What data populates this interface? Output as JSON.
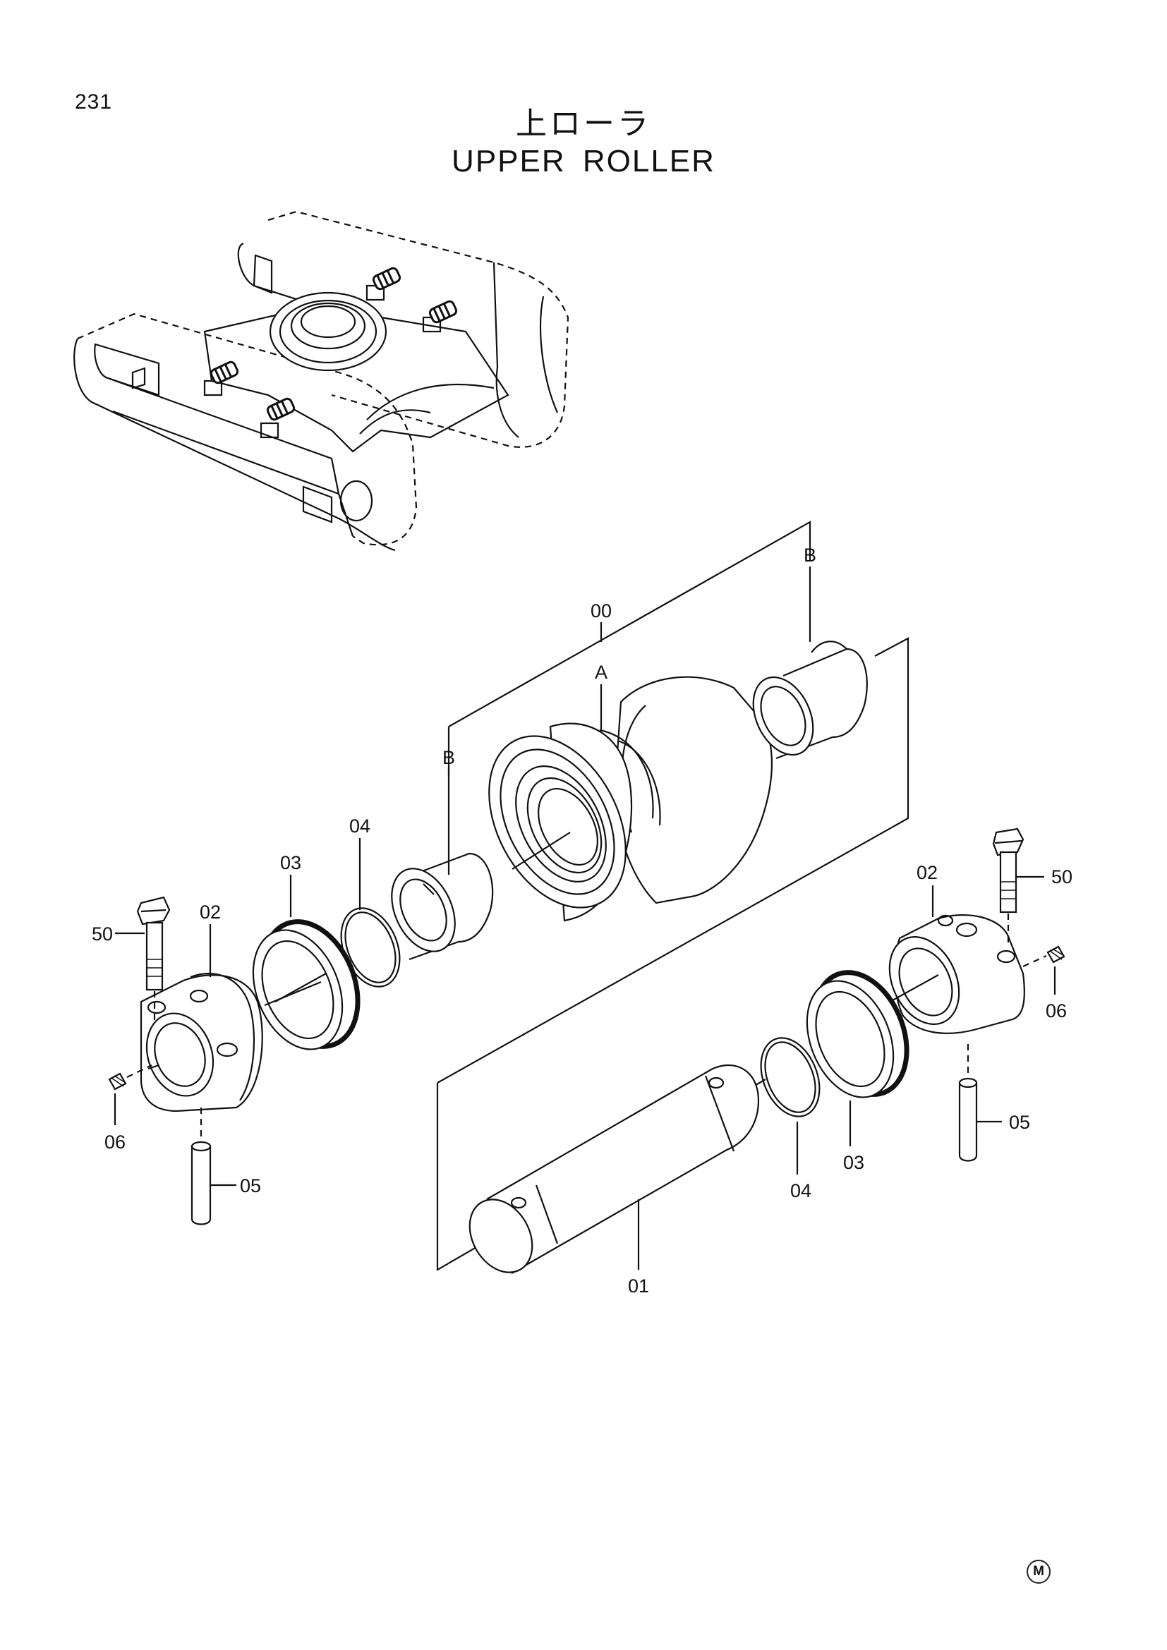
{
  "page_number": "231",
  "title_jp": "上ローラ",
  "title_en": "UPPER ROLLER",
  "manufacturer_mark": "M",
  "callouts": {
    "assembly": "00",
    "roller": "A",
    "bushing_upper": "B",
    "bushing_lower": "B",
    "shaft": "01",
    "bracket_left": "02",
    "bracket_right": "02",
    "seal_left": "03",
    "seal_right": "03",
    "oring_left": "04",
    "oring_right": "04",
    "pin_left": "05",
    "pin_right": "05",
    "plug_left": "06",
    "plug_right": "06",
    "bolt_left": "50",
    "bolt_right": "50"
  }
}
